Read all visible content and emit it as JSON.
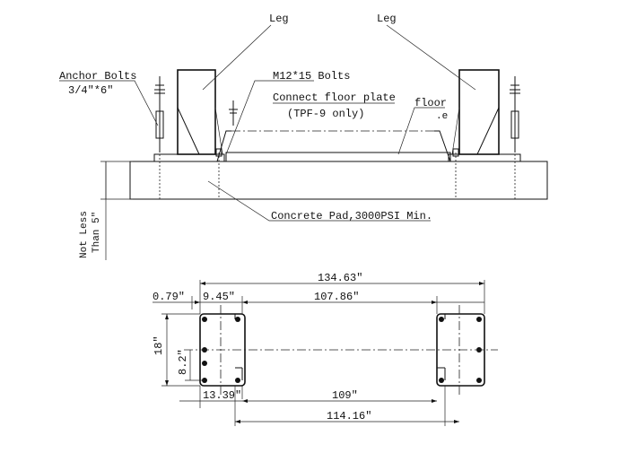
{
  "side_view": {
    "leg_left": "Leg",
    "leg_right": "Leg",
    "anchor_bolts_title": "Anchor Bolts",
    "anchor_bolts_size": "3/4\"*6\"",
    "m12_bolts": "M12*15 Bolts",
    "connect_floor_plate": "Connect floor plate",
    "tpf_only": "(TPF-9 only)",
    "floor_label": "floor",
    "floor_label_cut": ".e",
    "concrete_pad": "Concrete Pad,3000PSI Min.",
    "not_less_line1": "Not Less",
    "not_less_line2": "Than 5\""
  },
  "plan_view": {
    "dim_overall": "134.63\"",
    "dim_left_offset": "0.79\"",
    "dim_base_width": "9.45\"",
    "dim_inner": "107.86\"",
    "dim_height": "18\"",
    "dim_hole_spacing": "8.2\"",
    "dim_bottom_left": "13.39\"",
    "dim_bottom_inner": "109\"",
    "dim_bottom_overall": "114.16\""
  }
}
